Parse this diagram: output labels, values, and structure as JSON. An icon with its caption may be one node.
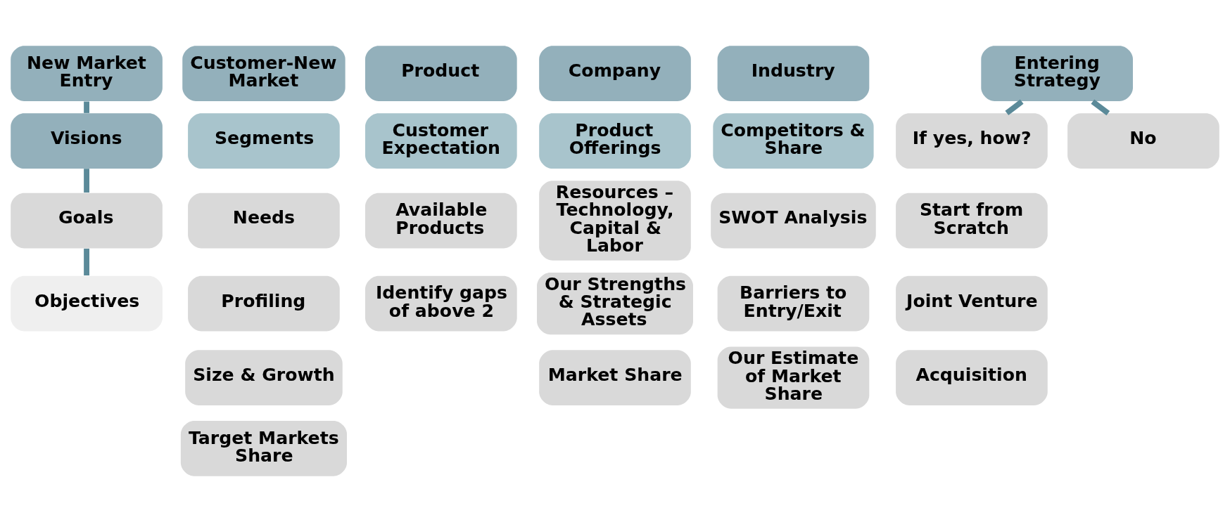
{
  "diagram": {
    "nodes": [
      {
        "text": [
          "New Market Entry"
        ]
      },
      {
        "text": [
          "Visions"
        ]
      },
      {
        "text": [
          "Goals"
        ]
      },
      {
        "text": [
          "Objectives"
        ]
      },
      {
        "text": [
          "Customer-New Market"
        ]
      },
      {
        "text": [
          "Segments"
        ]
      },
      {
        "text": [
          "Needs"
        ]
      },
      {
        "text": [
          "Profiling"
        ]
      },
      {
        "text": [
          "Size & Growth"
        ]
      },
      {
        "text": [
          "Target Markets Share"
        ]
      },
      {
        "text": [
          "Product"
        ]
      },
      {
        "text": [
          "Customer Expectation"
        ]
      },
      {
        "text": [
          "Available Products"
        ]
      },
      {
        "text": [
          "Identify gaps of above 2"
        ]
      },
      {
        "text": [
          "Company"
        ]
      },
      {
        "text": [
          "Product Offerings"
        ]
      },
      {
        "text": [
          "Resources – Technology, Capital & Labor"
        ]
      },
      {
        "text": [
          "Our Strengths & Strategic Assets"
        ]
      },
      {
        "text": [
          "Market Share"
        ]
      },
      {
        "text": [
          "Industry"
        ]
      },
      {
        "text": [
          "Competitors & Share"
        ]
      },
      {
        "text": [
          "SWOT Analysis"
        ]
      },
      {
        "text": [
          "Barriers to Entry/Exit"
        ]
      },
      {
        "text": [
          "Our Estimate of Market Share"
        ]
      },
      {
        "text": [
          "Entering Strategy"
        ]
      },
      {
        "text": [
          "If yes, how?"
        ]
      },
      {
        "text": [
          "No"
        ]
      },
      {
        "text": [
          "Start from Scratch"
        ]
      },
      {
        "text": [
          "Joint Venture"
        ]
      },
      {
        "text": [
          "Acquisition"
        ]
      }
    ],
    "edges": [
      {
        "from": 0,
        "to": 1,
        "arrow": "none"
      },
      {
        "from": 1,
        "to": 2,
        "arrow": "none"
      },
      {
        "from": 2,
        "to": 3,
        "arrow": "none"
      },
      {
        "from": 24,
        "to": 25,
        "arrow": "none"
      },
      {
        "from": 24,
        "to": 26,
        "arrow": "none"
      }
    ]
  }
}
